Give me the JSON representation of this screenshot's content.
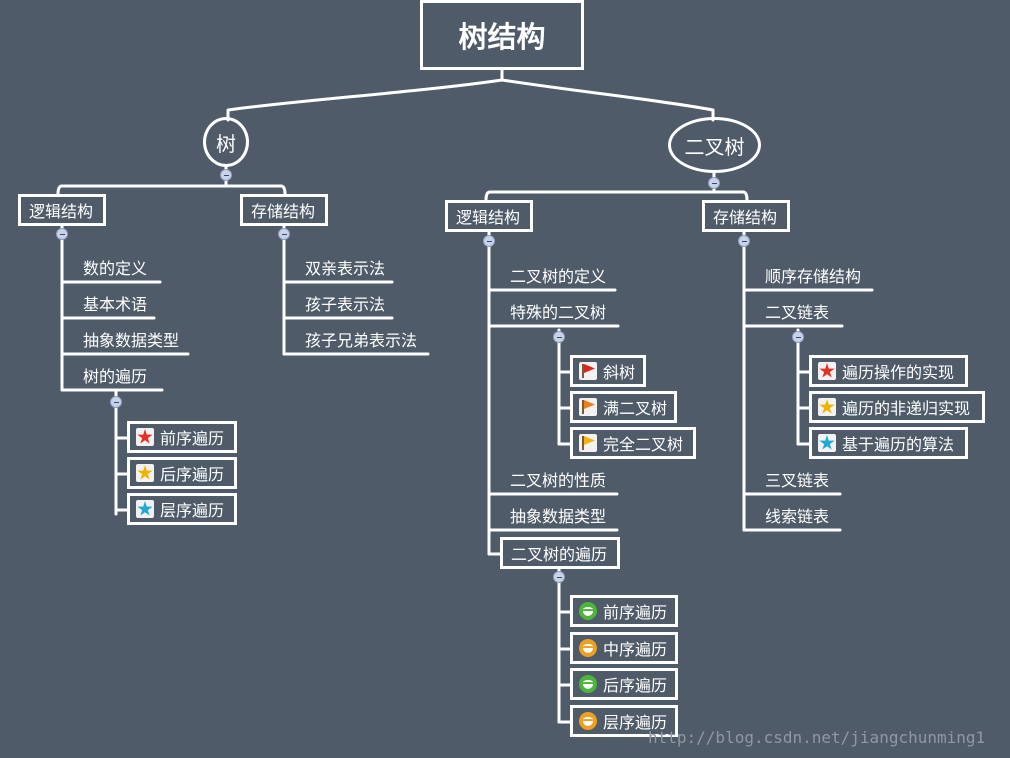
{
  "title": "树结构",
  "watermark": "http://blog.csdn.net/jiangchunming1",
  "tree": {
    "label": "树",
    "logical": {
      "label": "逻辑结构",
      "items": [
        "数的定义",
        "基本术语",
        "抽象数据类型",
        "树的遍历"
      ],
      "traversals": [
        {
          "label": "前序遍历",
          "icon": "red-star-icon"
        },
        {
          "label": "后序遍历",
          "icon": "yellow-star-icon"
        },
        {
          "label": "层序遍历",
          "icon": "cyan-star-icon"
        }
      ]
    },
    "storage": {
      "label": "存储结构",
      "items": [
        "双亲表示法",
        "孩子表示法",
        "孩子兄弟表示法"
      ]
    }
  },
  "binary_tree": {
    "label": "二叉树",
    "logical": {
      "label": "逻辑结构",
      "items": [
        "二叉树的定义",
        "特殊的二叉树",
        "二叉树的性质",
        "抽象数据类型",
        "二叉树的遍历"
      ],
      "special": [
        {
          "label": "斜树",
          "icon": "red-flag-icon"
        },
        {
          "label": "满二叉树",
          "icon": "orange-flag-icon"
        },
        {
          "label": "完全二叉树",
          "icon": "yellow-flag-icon"
        }
      ],
      "traversals": [
        {
          "label": "前序遍历",
          "icon": "green-smiley-icon"
        },
        {
          "label": "中序遍历",
          "icon": "orange-smiley-icon"
        },
        {
          "label": "后序遍历",
          "icon": "green-smiley-icon"
        },
        {
          "label": "层序遍历",
          "icon": "orange-smiley-icon"
        }
      ]
    },
    "storage": {
      "label": "存储结构",
      "items": [
        "顺序存储结构",
        "二叉链表",
        "三叉链表",
        "线索链表"
      ],
      "linked_list": [
        {
          "label": "遍历操作的实现",
          "icon": "red-star-icon"
        },
        {
          "label": "遍历的非递归实现",
          "icon": "yellow-star-icon"
        },
        {
          "label": "基于遍历的算法",
          "icon": "cyan-star-icon"
        }
      ]
    }
  },
  "colors": {
    "background": "#4f5b69",
    "line": "#ffffff",
    "toggle": "#c7d3e8"
  }
}
